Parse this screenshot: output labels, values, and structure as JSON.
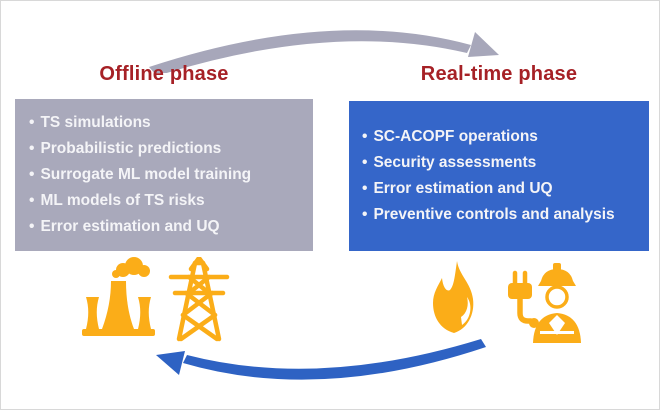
{
  "diagram": {
    "offline": {
      "title": "Offline phase",
      "items": [
        "TS simulations",
        "Probabilistic predictions",
        "Surrogate ML model training",
        "ML models of TS risks",
        "Error estimation and UQ"
      ]
    },
    "realtime": {
      "title": "Real-time phase",
      "items": [
        "SC-ACOPF operations",
        "Security assessments",
        "Error estimation and UQ",
        "Preventive controls and analysis"
      ]
    },
    "icons": {
      "offline": [
        "nuclear-plant-icon",
        "transmission-tower-icon"
      ],
      "realtime": [
        "flame-icon",
        "worker-plug-icon"
      ]
    },
    "colors": {
      "offline_box": "#A9A9BB",
      "realtime_box": "#3566C9",
      "heading_red": "#A62126",
      "icon_orange": "#FBAD18",
      "arrow_top_gray": "#A7A7BA",
      "arrow_bottom_blue": "#2E62C3",
      "box_text": "#F4F4F7"
    }
  }
}
